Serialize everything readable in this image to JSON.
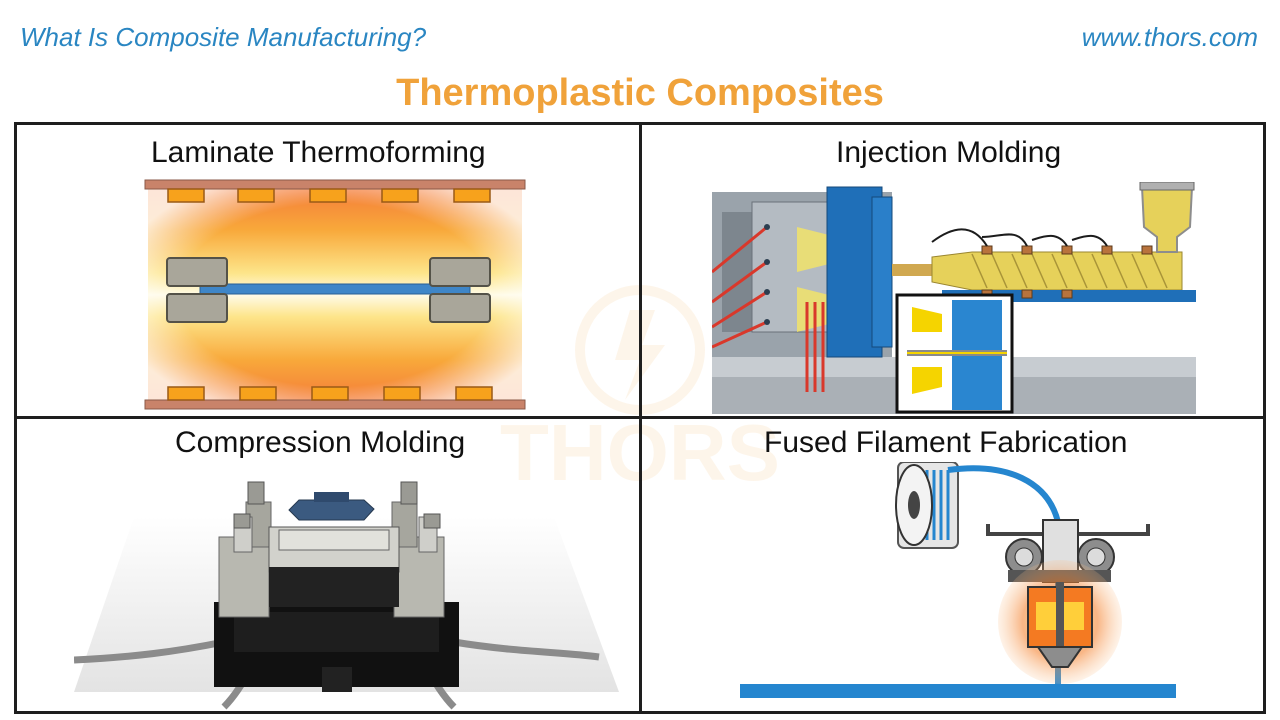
{
  "header": {
    "left_text": "What Is Composite Manufacturing?",
    "right_text": "www.thors.com"
  },
  "title": "Thermoplastic Composites",
  "panels": [
    {
      "label": "Laminate Thermoforming"
    },
    {
      "label": "Injection Molding"
    },
    {
      "label": "Compression Molding"
    },
    {
      "label": "Fused Filament Fabrication"
    }
  ],
  "watermark_text": "THORS",
  "colors": {
    "title_orange": "#f0a23a",
    "header_blue": "#2a86c2",
    "machine_blue": "#1f6fb8",
    "filament_blue": "#2586cf",
    "heater_orange": "#f7a21c",
    "pellet_yellow": "#e6d15a"
  }
}
